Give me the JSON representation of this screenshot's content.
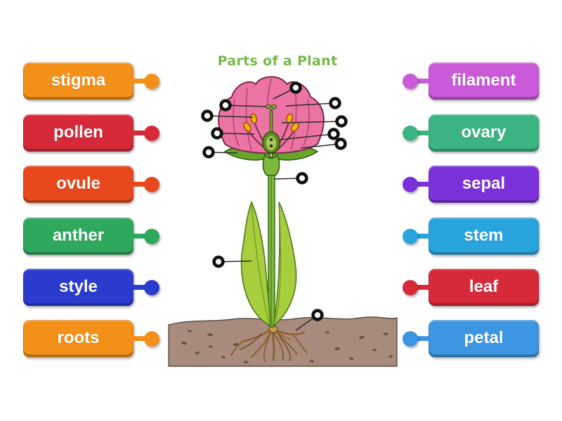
{
  "title": "Parts of a Plant",
  "title_color": "#76B94A",
  "diagram": {
    "name": "plant-cross-section-diagram",
    "label_points": 12
  },
  "left_tiles": [
    {
      "label": "stigma",
      "color": "#F39019",
      "dark": "#D27200"
    },
    {
      "label": "pollen",
      "color": "#D6293A",
      "dark": "#AC1F2E"
    },
    {
      "label": "ovule",
      "color": "#E7481D",
      "dark": "#BC350F"
    },
    {
      "label": "anther",
      "color": "#2EA85D",
      "dark": "#1E7B41"
    },
    {
      "label": "style",
      "color": "#2B3BCE",
      "dark": "#1F2A9B"
    },
    {
      "label": "roots",
      "color": "#F39019",
      "dark": "#D27200"
    }
  ],
  "right_tiles": [
    {
      "label": "filament",
      "color": "#C95AD8",
      "dark": "#A636BC"
    },
    {
      "label": "ovary",
      "color": "#3CB482",
      "dark": "#2B8E64"
    },
    {
      "label": "sepal",
      "color": "#7C30D9",
      "dark": "#5C1BAD"
    },
    {
      "label": "stem",
      "color": "#2AA4DD",
      "dark": "#1A7FB4"
    },
    {
      "label": "leaf",
      "color": "#D6293A",
      "dark": "#AC1F2E"
    },
    {
      "label": "petal",
      "color": "#3D96E1",
      "dark": "#2873BB"
    }
  ]
}
